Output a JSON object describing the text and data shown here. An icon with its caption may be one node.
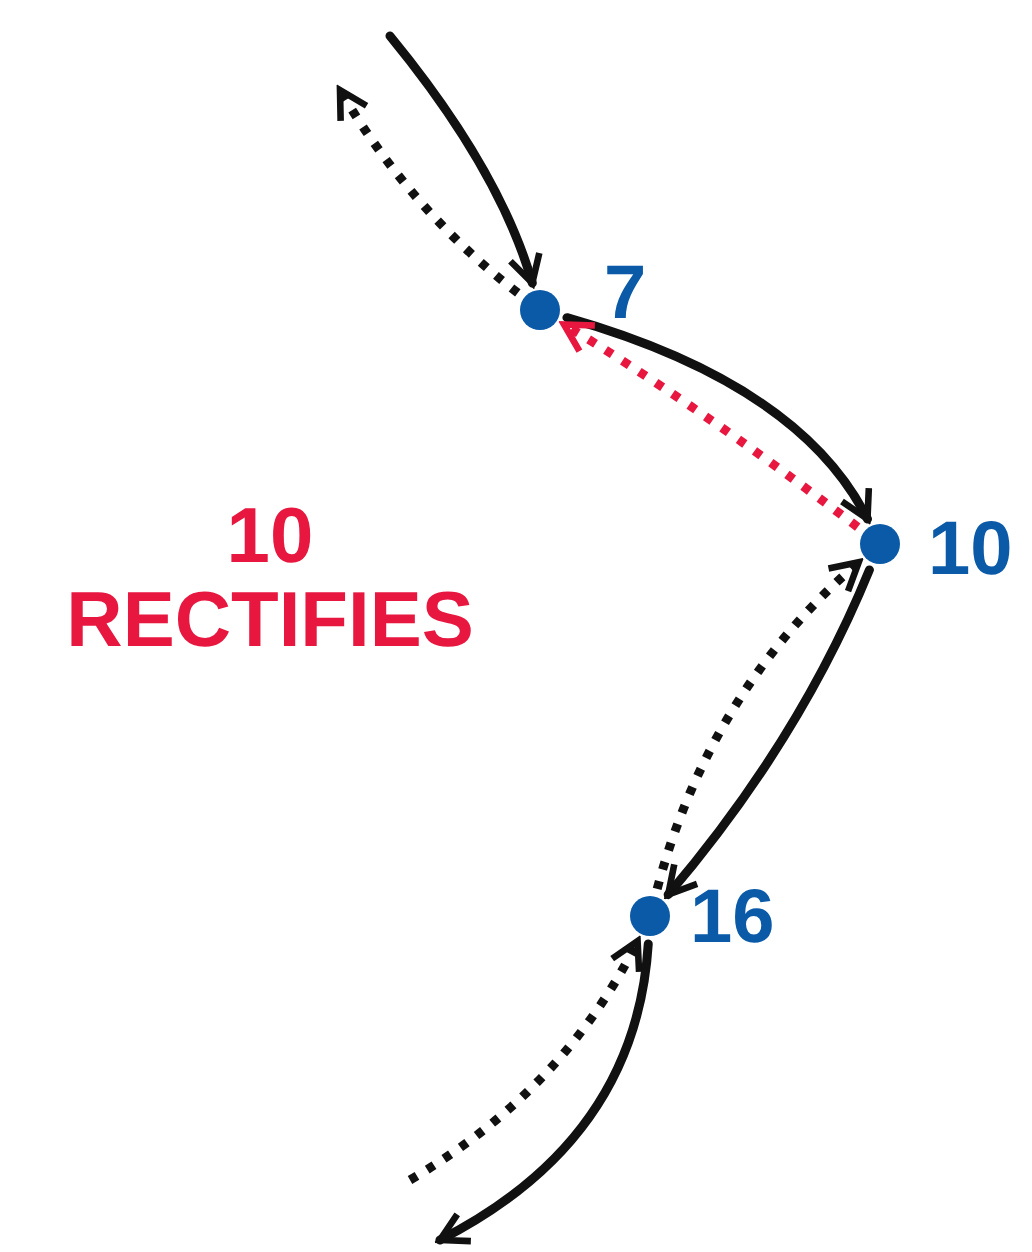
{
  "diagram": {
    "nodes": [
      {
        "text": [],
        "shape": "circle",
        "beside": [
          "7"
        ]
      },
      {
        "text": [],
        "shape": "circle",
        "beside": [
          "10"
        ]
      },
      {
        "text": [],
        "shape": "circle",
        "beside": [
          "16"
        ]
      }
    ],
    "edges": [
      {
        "from": null,
        "to": 0,
        "arrow": "to"
      },
      {
        "from": 0,
        "to": null,
        "arrow": "to",
        "style": "dashed"
      },
      {
        "from": 0,
        "to": 1,
        "arrow": "to"
      },
      {
        "from": 1,
        "to": 0,
        "arrow": "to",
        "style": "dashed",
        "color": "#e8173f"
      },
      {
        "from": 2,
        "to": 1,
        "arrow": "to",
        "style": "dashed"
      },
      {
        "from": 1,
        "to": 2,
        "arrow": "to"
      },
      {
        "from": null,
        "to": 2,
        "arrow": "to",
        "style": "dashed"
      },
      {
        "from": 2,
        "to": null,
        "arrow": "to"
      }
    ],
    "labels": [
      "10 RECTIFIES"
    ]
  }
}
